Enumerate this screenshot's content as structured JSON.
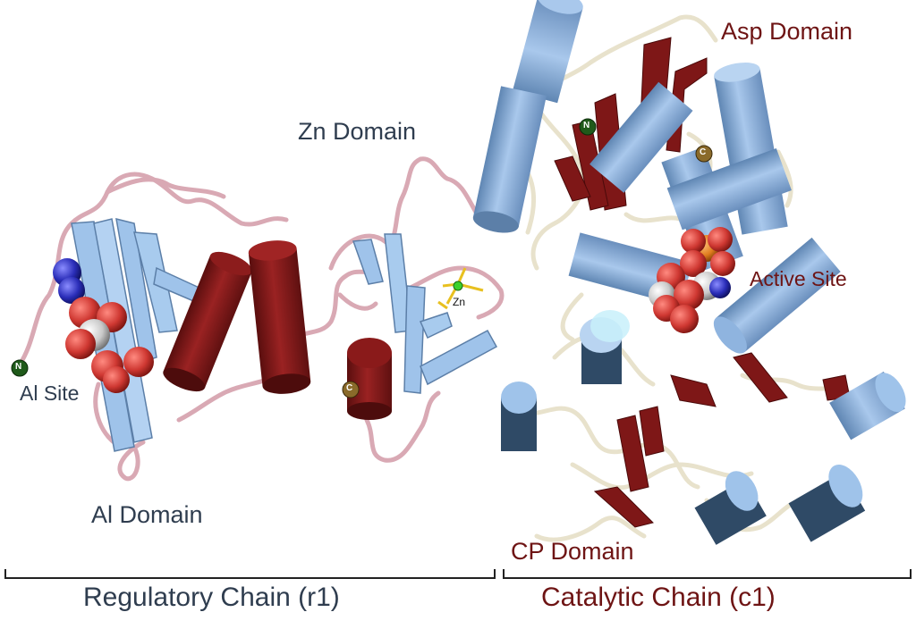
{
  "labels": {
    "asp_domain": "Asp Domain",
    "zn_domain": "Zn Domain",
    "active_site": "Active Site",
    "al_site": "Al Site",
    "al_domain": "Al Domain",
    "cp_domain": "CP Domain",
    "zn_atom": "Zn",
    "regulatory_chain": "Regulatory Chain (r1)",
    "catalytic_chain": "Catalytic Chain (c1)"
  },
  "markers": {
    "n_terminus": "N",
    "c_terminus": "C"
  },
  "colors": {
    "helix_blue": "#8fb4df",
    "helix_blue_dark": "#3e5f86",
    "helix_red": "#7a1616",
    "strand_blue": "#9fc3ea",
    "strand_red": "#7e1717",
    "coil_pink": "#d9a9b4",
    "coil_cream": "#e8e2cc",
    "label_dark": "#2f3d4f",
    "label_red": "#6e1414",
    "oxygen": "#d23a34",
    "nitrogen": "#2c2fb8",
    "carbon": "#cfcfcf",
    "phosphorus": "#e07c1e",
    "zinc": "#3bd12a"
  }
}
